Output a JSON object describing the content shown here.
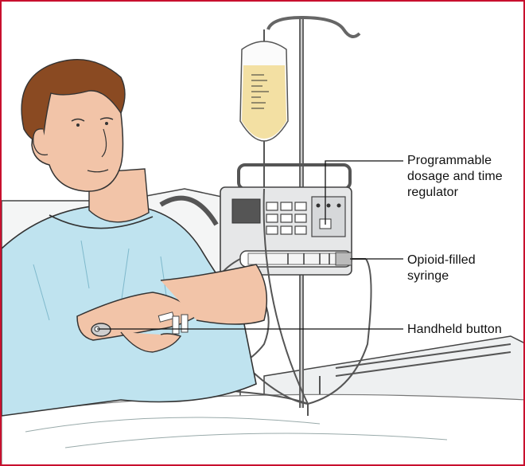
{
  "figure": {
    "border_color": "#c8102e",
    "callouts": [
      {
        "id": "regulator",
        "label": "Programmable\ndosage and time\nregulator"
      },
      {
        "id": "syringe",
        "label": "Opioid-filled\nsyringe"
      },
      {
        "id": "button",
        "label": "Handheld button"
      }
    ]
  },
  "colors": {
    "gown": "#bfe3ef",
    "skin": "#f2c4a8",
    "hair": "#8a4a22",
    "pump_body": "#e6e7e8",
    "iv_fluid": "#f3e0a3"
  }
}
